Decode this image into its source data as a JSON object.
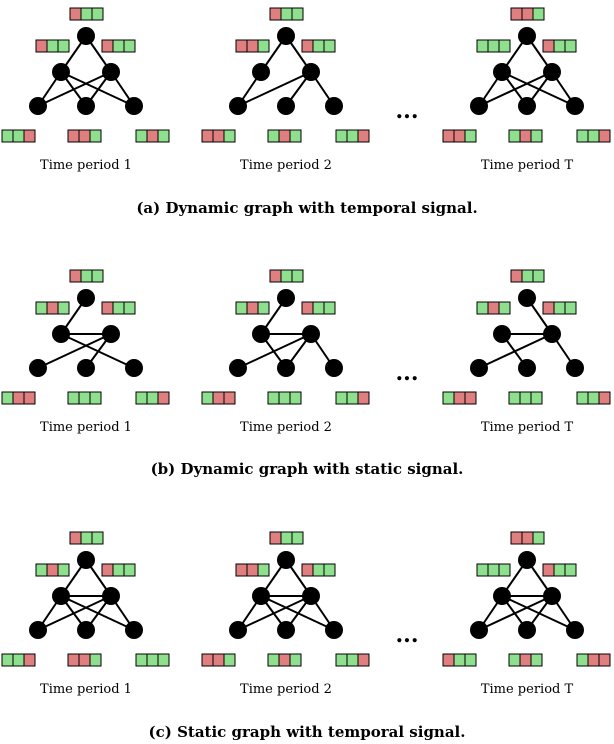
{
  "colors": {
    "red": "#e07f7f",
    "green": "#8ee08e",
    "stroke": "#000000",
    "node": "#000000"
  },
  "ellipsis": "...",
  "panels": [
    {
      "caption": "(a) Dynamic graph with temporal signal.",
      "snapshots": [
        {
          "label": "Time period 1",
          "edges": [
            [
              0,
              1
            ],
            [
              0,
              2
            ],
            [
              1,
              3
            ],
            [
              1,
              4
            ],
            [
              2,
              3
            ],
            [
              2,
              4
            ],
            [
              2,
              5
            ],
            [
              1,
              5
            ]
          ],
          "signals": [
            [
              "r",
              "g",
              "g"
            ],
            [
              "r",
              "g",
              "g"
            ],
            [
              "r",
              "g",
              "g"
            ],
            [
              "g",
              "g",
              "r"
            ],
            [
              "r",
              "r",
              "g"
            ],
            [
              "g",
              "r",
              "g"
            ]
          ]
        },
        {
          "label": "Time period 2",
          "edges": [
            [
              0,
              1
            ],
            [
              0,
              2
            ],
            [
              1,
              3
            ],
            [
              2,
              3
            ],
            [
              2,
              4
            ],
            [
              2,
              5
            ]
          ],
          "signals": [
            [
              "r",
              "g",
              "g"
            ],
            [
              "r",
              "r",
              "g"
            ],
            [
              "r",
              "g",
              "g"
            ],
            [
              "r",
              "r",
              "g"
            ],
            [
              "g",
              "r",
              "g"
            ],
            [
              "g",
              "g",
              "r"
            ]
          ]
        },
        {
          "label": "Time period T",
          "edges": [
            [
              0,
              1
            ],
            [
              0,
              2
            ],
            [
              1,
              3
            ],
            [
              1,
              4
            ],
            [
              1,
              5
            ],
            [
              2,
              3
            ],
            [
              2,
              4
            ],
            [
              2,
              5
            ]
          ],
          "signals": [
            [
              "r",
              "r",
              "g"
            ],
            [
              "g",
              "g",
              "g"
            ],
            [
              "r",
              "g",
              "g"
            ],
            [
              "r",
              "r",
              "g"
            ],
            [
              "g",
              "r",
              "g"
            ],
            [
              "g",
              "g",
              "r"
            ]
          ]
        }
      ]
    },
    {
      "caption": "(b) Dynamic graph with static signal.",
      "snapshots": [
        {
          "label": "Time period 1",
          "edges": [
            [
              0,
              1
            ],
            [
              1,
              2
            ],
            [
              2,
              3
            ],
            [
              2,
              4
            ],
            [
              1,
              5
            ]
          ],
          "signals": [
            [
              "r",
              "g",
              "g"
            ],
            [
              "g",
              "r",
              "g"
            ],
            [
              "r",
              "g",
              "g"
            ],
            [
              "g",
              "r",
              "r"
            ],
            [
              "g",
              "g",
              "g"
            ],
            [
              "g",
              "g",
              "r"
            ]
          ]
        },
        {
          "label": "Time period 2",
          "edges": [
            [
              0,
              1
            ],
            [
              1,
              2
            ],
            [
              1,
              4
            ],
            [
              2,
              3
            ],
            [
              2,
              4
            ],
            [
              2,
              5
            ]
          ],
          "signals": [
            [
              "r",
              "g",
              "g"
            ],
            [
              "g",
              "r",
              "g"
            ],
            [
              "r",
              "g",
              "g"
            ],
            [
              "g",
              "r",
              "r"
            ],
            [
              "g",
              "g",
              "g"
            ],
            [
              "g",
              "g",
              "r"
            ]
          ]
        },
        {
          "label": "Time period T",
          "edges": [
            [
              0,
              2
            ],
            [
              1,
              2
            ],
            [
              1,
              4
            ],
            [
              2,
              3
            ],
            [
              2,
              5
            ]
          ],
          "signals": [
            [
              "r",
              "g",
              "g"
            ],
            [
              "g",
              "r",
              "g"
            ],
            [
              "r",
              "g",
              "g"
            ],
            [
              "g",
              "r",
              "r"
            ],
            [
              "g",
              "g",
              "g"
            ],
            [
              "g",
              "g",
              "r"
            ]
          ]
        }
      ]
    },
    {
      "caption": "(c) Static graph with temporal signal.",
      "snapshots": [
        {
          "label": "Time period 1",
          "edges": [
            [
              0,
              1
            ],
            [
              0,
              2
            ],
            [
              1,
              2
            ],
            [
              1,
              3
            ],
            [
              1,
              4
            ],
            [
              1,
              5
            ],
            [
              2,
              3
            ],
            [
              2,
              4
            ],
            [
              2,
              5
            ]
          ],
          "signals": [
            [
              "r",
              "g",
              "g"
            ],
            [
              "g",
              "r",
              "g"
            ],
            [
              "r",
              "g",
              "g"
            ],
            [
              "g",
              "g",
              "r"
            ],
            [
              "r",
              "r",
              "g"
            ],
            [
              "g",
              "g",
              "g"
            ]
          ]
        },
        {
          "label": "Time period 2",
          "edges": [
            [
              0,
              1
            ],
            [
              0,
              2
            ],
            [
              1,
              2
            ],
            [
              1,
              3
            ],
            [
              1,
              4
            ],
            [
              1,
              5
            ],
            [
              2,
              3
            ],
            [
              2,
              4
            ],
            [
              2,
              5
            ]
          ],
          "signals": [
            [
              "r",
              "g",
              "g"
            ],
            [
              "r",
              "r",
              "g"
            ],
            [
              "r",
              "g",
              "g"
            ],
            [
              "r",
              "r",
              "g"
            ],
            [
              "g",
              "r",
              "g"
            ],
            [
              "g",
              "g",
              "r"
            ]
          ]
        },
        {
          "label": "Time period T",
          "edges": [
            [
              0,
              1
            ],
            [
              0,
              2
            ],
            [
              1,
              2
            ],
            [
              1,
              3
            ],
            [
              1,
              4
            ],
            [
              1,
              5
            ],
            [
              2,
              3
            ],
            [
              2,
              4
            ],
            [
              2,
              5
            ]
          ],
          "signals": [
            [
              "r",
              "r",
              "g"
            ],
            [
              "g",
              "g",
              "g"
            ],
            [
              "r",
              "g",
              "g"
            ],
            [
              "r",
              "g",
              "g"
            ],
            [
              "g",
              "r",
              "g"
            ],
            [
              "g",
              "r",
              "r"
            ]
          ]
        }
      ]
    }
  ]
}
